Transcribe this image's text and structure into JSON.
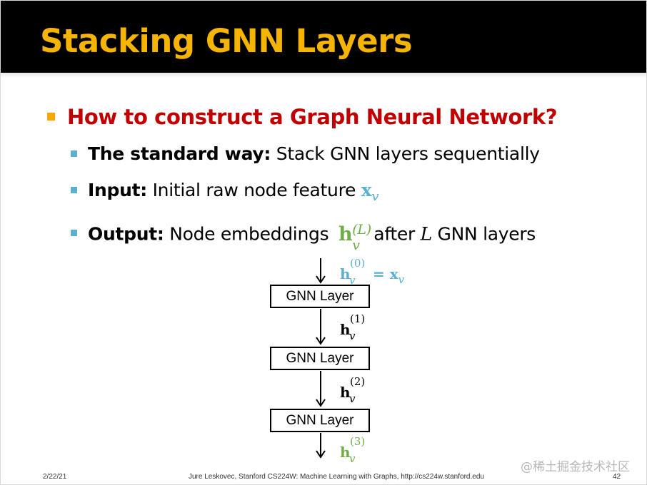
{
  "slide": {
    "title": "Stacking GNN Layers",
    "heading": "How to construct a Graph Neural Network?",
    "bullets": [
      {
        "label": "The standard way:",
        "text": " Stack GNN layers sequentially"
      },
      {
        "label": "Input:",
        "text": " Initial raw node feature "
      },
      {
        "label": "Output:",
        "text": " Node embeddings ",
        "text_after": "after ",
        "text_end": " GNN layers"
      }
    ],
    "math": {
      "x_symbol": "x",
      "h_symbol": "h",
      "subscript_v": "v",
      "superscript_L": "(L)",
      "L": "L"
    }
  },
  "diagram": {
    "layers": [
      "GNN Layer",
      "GNN Layer",
      "GNN Layer"
    ],
    "labels": [
      {
        "base": "h",
        "sup": "(0)",
        "sub": "v",
        "equals": " = x",
        "equals_sub": "v",
        "color": "#5ab0cf"
      },
      {
        "base": "h",
        "sup": "(1)",
        "sub": "v",
        "color": "#000000"
      },
      {
        "base": "h",
        "sup": "(2)",
        "sub": "v",
        "color": "#000000"
      },
      {
        "base": "h",
        "sup": "(3)",
        "sub": "v",
        "color": "#70ad47"
      }
    ]
  },
  "footer": {
    "date": "2/22/21",
    "credit": "Jure Leskovec, Stanford CS224W: Machine Learning with Graphs, http://cs224w.stanford.edu",
    "page": "42"
  },
  "watermark": "@稀土掘金技术社区",
  "colors": {
    "title": "#f5b400",
    "heading": "#c00000",
    "bullet_l1": "#f5a800",
    "bullet_l2": "#5ab0cf",
    "input_math": "#5ab0cf",
    "output_math": "#70ad47"
  }
}
